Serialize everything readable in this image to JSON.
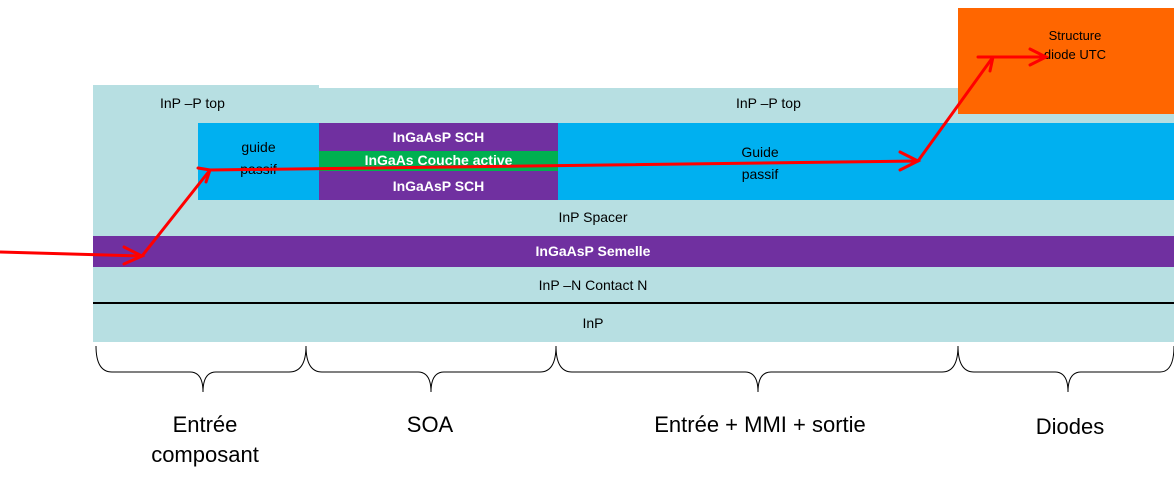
{
  "colors": {
    "inp": "#b7dfe2",
    "guide": "#00b0f0",
    "purple": "#7030a0",
    "green": "#00b050",
    "orange": "#ff6600",
    "arrow": "#ff0000"
  },
  "layers": {
    "inp_p_top_left": "InP –P top",
    "inp_p_top_right": "InP –P top",
    "guide_passif_left": [
      "guide",
      "passif"
    ],
    "sch_top": "InGaAsP SCH",
    "active": "InGaAs Couche active",
    "sch_bottom": "InGaAsP SCH",
    "guide_passif_right": [
      "Guide",
      "passif"
    ],
    "spacer": "InP Spacer",
    "semelle": "InGaAsP Semelle",
    "contact": "InP –N Contact N",
    "substrate": "InP",
    "utc": [
      "Structure",
      "diode UTC"
    ]
  },
  "sections": {
    "entree": [
      "Entrée",
      "composant"
    ],
    "soa": "SOA",
    "mmi": "Entrée + MMI + sortie",
    "diodes": "Diodes"
  }
}
